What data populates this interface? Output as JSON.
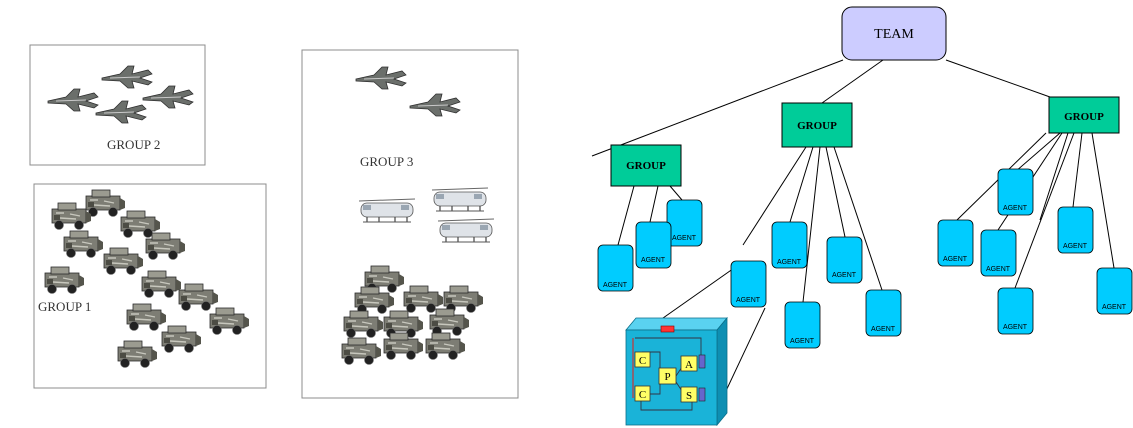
{
  "left_panel": {
    "group2_label": "GROUP 2",
    "group3_label": "GROUP 3",
    "group1_label": "GROUP 1"
  },
  "hierarchy": {
    "team_label": "TEAM",
    "group_label": "GROUP",
    "agent_label": "AGENT"
  },
  "agent_internals": {
    "c_top": "C",
    "c_bottom": "C",
    "p": "P",
    "a": "A",
    "s": "S"
  },
  "colors": {
    "team_fill": "#ccccff",
    "group_fill": "#00cc99",
    "agent_fill": "#00ccff",
    "agent_cube_fill": "#1ab3d8",
    "agent_module_fill": "#ffff66",
    "port_fill": "#6666cc",
    "flag_fill": "#ff3333",
    "line": "#000000",
    "frame": "#999999"
  },
  "icons": {
    "aircraft": "fighter-jet-icon",
    "helicopter": "helicopter-icon",
    "vehicle": "armored-vehicle-icon"
  }
}
